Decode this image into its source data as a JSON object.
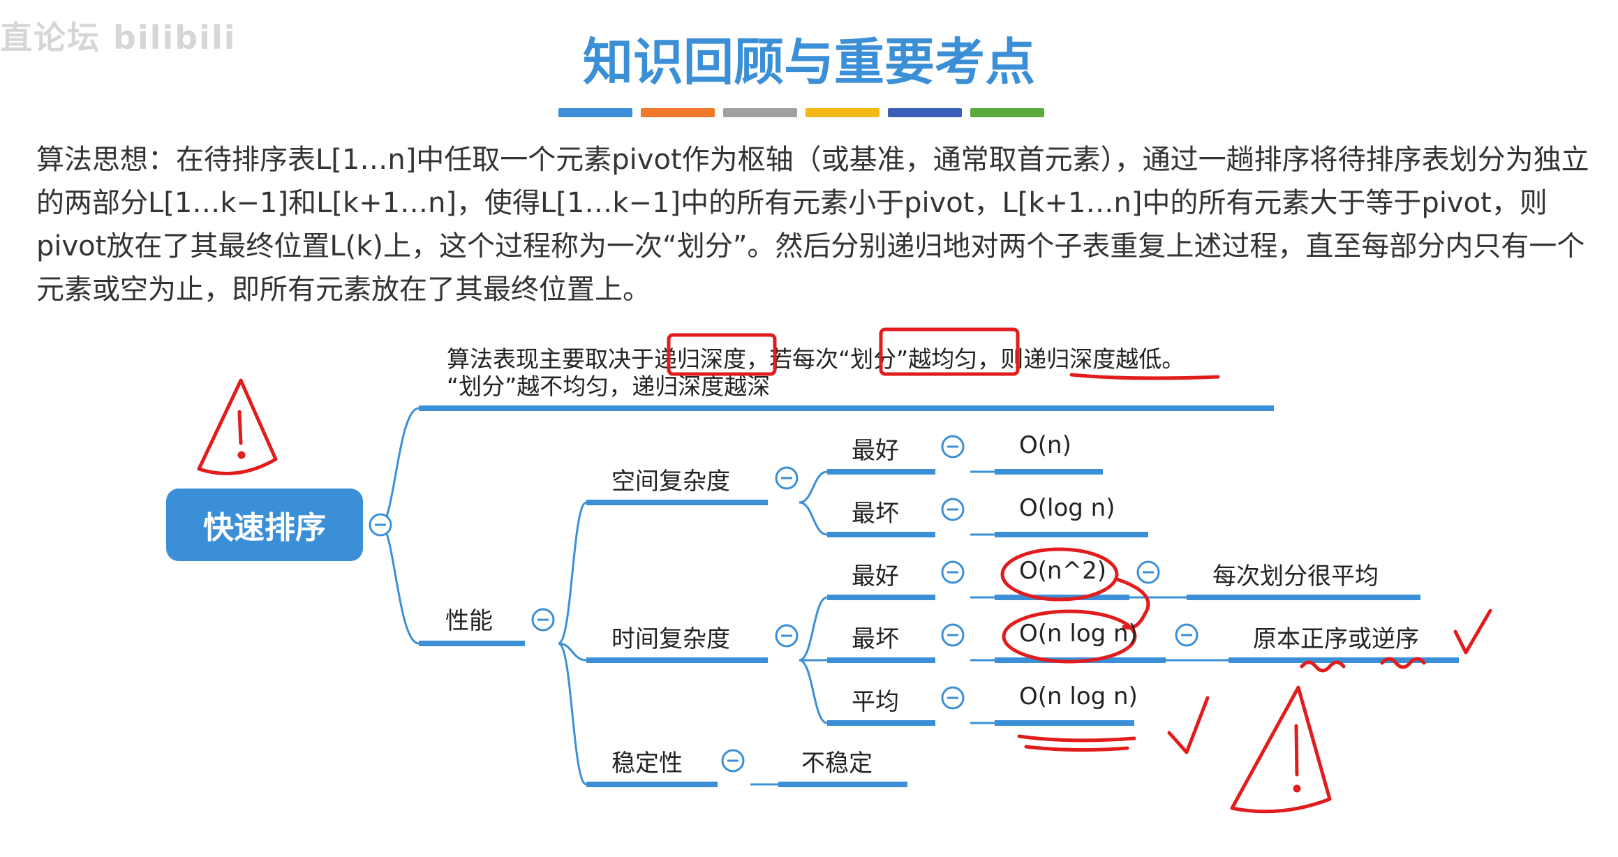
{
  "watermark": "直论坛 bilibili",
  "title": "知识回顾与重要考点",
  "color_bars": [
    "#3d8fd8",
    "#f07a2a",
    "#a0a0a0",
    "#f5b915",
    "#3a5fb8",
    "#5aaa3c"
  ],
  "intro_text": "算法思想：在待排序表L[1…n]中任取一个元素pivot作为枢轴（或基准，通常取首元素），通过一趟排序将待排序表划分为独立的两部分L[1…k−1]和L[k+1…n]，使得L[1…k−1]中的所有元素小于pivot，L[k+1…n]中的所有元素大于等于pivot，则pivot放在了其最终位置L(k)上，这个过程称为一次“划分”。然后分别递归地对两个子表重复上述过程，直至每部分内只有一个元素或空为止，即所有元素放在了其最终位置上。",
  "note_line1": "算法表现主要取决于递归深度，若每次“划分”越均匀，则递归深度越低。",
  "note_line2": "“划分”越不均匀，递归深度越深",
  "mindmap": {
    "root": "快速排序",
    "performance": "性能",
    "space": {
      "label": "空间复杂度",
      "best_label": "最好",
      "best_value": "O(n)",
      "worst_label": "最坏",
      "worst_value": "O(log n)"
    },
    "time": {
      "label": "时间复杂度",
      "best_label": "最好",
      "best_value": "O(n^2)",
      "best_note": "每次划分很平均",
      "worst_label": "最坏",
      "worst_value": "O(n log n)",
      "worst_note": "原本正序或逆序",
      "avg_label": "平均",
      "avg_value": "O(n log n)"
    },
    "stability": {
      "label": "稳定性",
      "value": "不稳定"
    }
  },
  "colors": {
    "title": "#3a8fd6",
    "line": "#3a8fd6",
    "annotation": "#e21c1c"
  }
}
